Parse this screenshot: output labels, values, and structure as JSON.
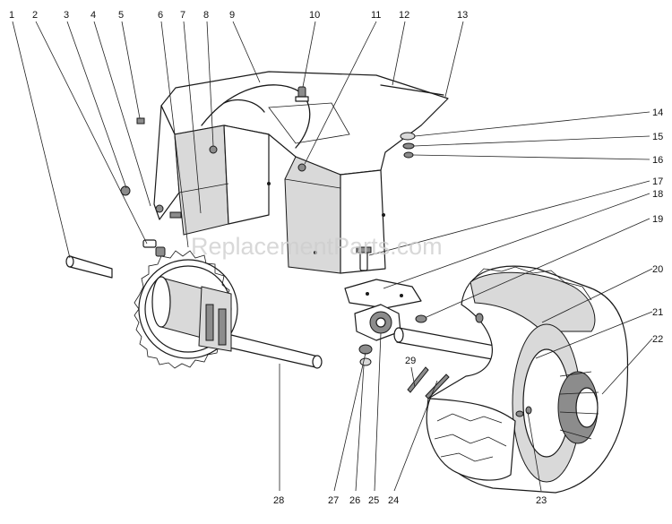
{
  "diagram": {
    "watermark": "ReplacementParts.com",
    "callouts": [
      "1",
      "2",
      "3",
      "4",
      "5",
      "6",
      "7",
      "8",
      "9",
      "10",
      "11",
      "12",
      "13",
      "14",
      "15",
      "16",
      "17",
      "18",
      "19",
      "20",
      "21",
      "22",
      "23",
      "24",
      "25",
      "26",
      "27",
      "28",
      "29"
    ]
  }
}
